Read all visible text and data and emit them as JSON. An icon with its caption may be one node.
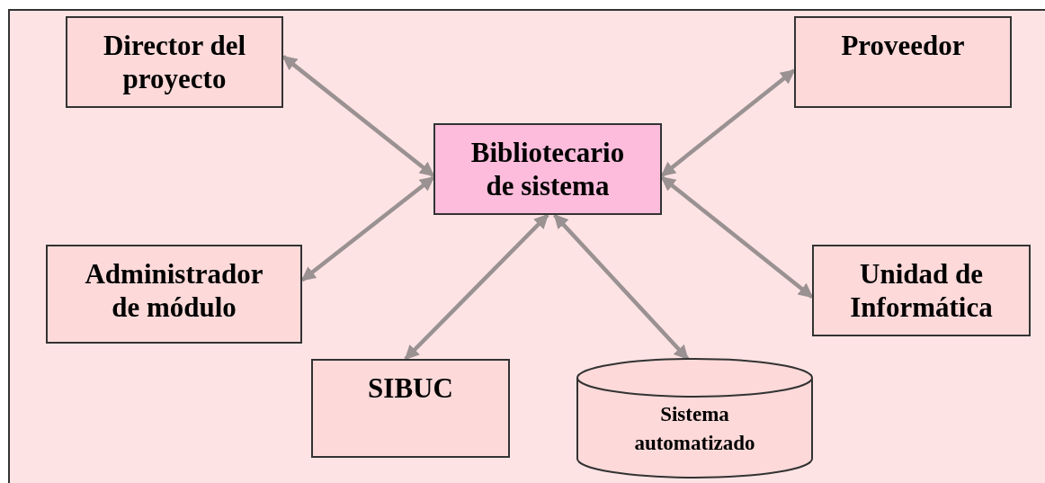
{
  "diagram": {
    "nodes": [
      {
        "text": [
          "Director del proyecto"
        ]
      },
      {
        "text": [
          "Proveedor"
        ]
      },
      {
        "text": [
          "Bibliotecario de sistema"
        ]
      },
      {
        "text": [
          "Administrador de módulo"
        ]
      },
      {
        "text": [
          "Unidad de Informática"
        ]
      },
      {
        "text": [
          "SIBUC"
        ]
      },
      {
        "text": [
          "Sistema automatizado"
        ]
      }
    ],
    "edges": [
      {
        "from": 0,
        "to": 2,
        "arrow": "both"
      },
      {
        "from": 1,
        "to": 2,
        "arrow": "both"
      },
      {
        "from": 3,
        "to": 2,
        "arrow": "both"
      },
      {
        "from": 4,
        "to": 2,
        "arrow": "both"
      },
      {
        "from": 5,
        "to": 2,
        "arrow": "both"
      },
      {
        "from": 6,
        "to": 2,
        "arrow": "both"
      }
    ]
  }
}
